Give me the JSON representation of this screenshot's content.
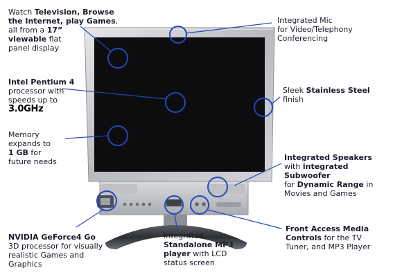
{
  "callouts": {
    "tv": {
      "l1a": "Watch ",
      "l1b": "Television, Browse",
      "l2a": "the Internet, play Games",
      "l2b": ",",
      "l3a": "all from a ",
      "l3b": "17”",
      "l4a": "viewable",
      "l4b": " flat",
      "l5": "panel display"
    },
    "cpu": {
      "l1": "Intel Pentium 4",
      "l2": "processor with",
      "l3": "speeds up to",
      "l4": "3.0GHz"
    },
    "memory": {
      "l1": "Memory",
      "l2": "expands to",
      "l3a": "1 GB",
      "l3b": " for",
      "l4": "future needs"
    },
    "gpu": {
      "l1a": "NVIDIA GeForce4 Go",
      "l2": "3D processor for visually",
      "l3": "realistic Games and",
      "l4": "Graphics"
    },
    "mp3": {
      "l1": "Integrated",
      "l2": "Standalone MP3",
      "l3a": "player",
      "l3b": " with LCD",
      "l4": "status screen"
    },
    "mic": {
      "l1": "Integrated Mic",
      "l2": "for Video/Telephony",
      "l3": "Conferencing"
    },
    "steel": {
      "l1a": "Sleek ",
      "l1b": "Stainless Steel",
      "l2": "finish"
    },
    "speakers": {
      "l1": "Integrated Speakers",
      "l2a": "with ",
      "l2b": "integrated Subwoofer",
      "l3a": "for ",
      "l3b": "Dynamic Range",
      "l3c": " in",
      "l4": "Movies and Games"
    },
    "controls": {
      "l1": "Front Access Media",
      "l2a": "Controls",
      "l2b": " for the TV",
      "l3": "Tuner, and MP3 Player"
    }
  },
  "colors": {
    "callout_ring": "#2547b8",
    "screen": "#0d0d0f",
    "bezel": "#c7c9cc",
    "text": "#1a1a2a"
  }
}
